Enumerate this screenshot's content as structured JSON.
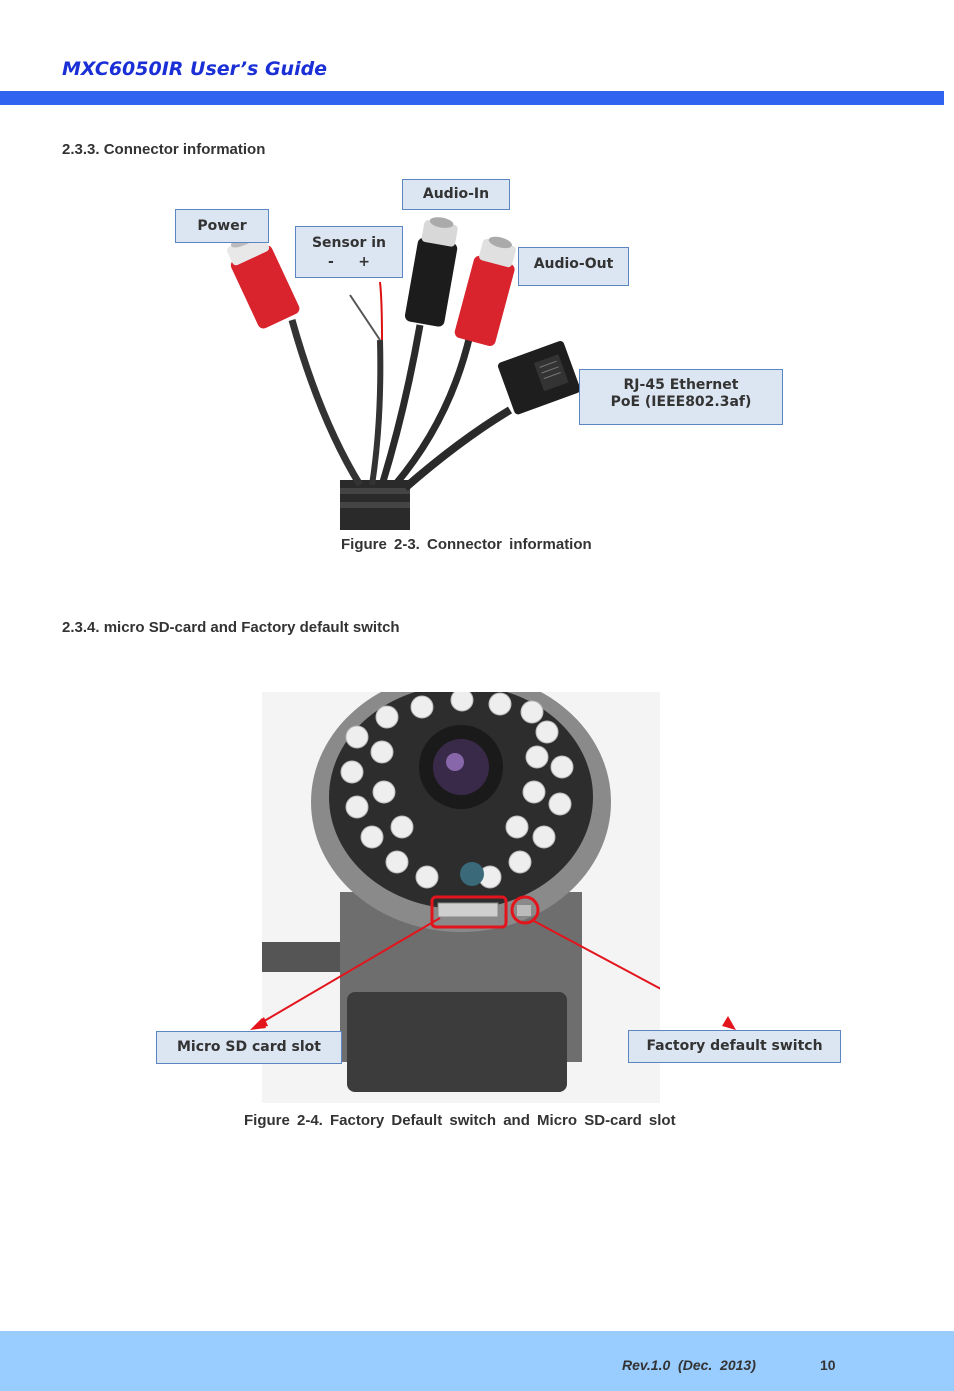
{
  "header": {
    "title": "MXC6050IR  User’s Guide"
  },
  "section1": {
    "heading": "2.3.3. Connector information"
  },
  "figure1": {
    "labels": {
      "power": "Power",
      "sensor_in": "Sensor in",
      "sensor_polarity": "-     +",
      "audio_in": "Audio-In",
      "audio_out": "Audio-Out",
      "rj45_line1": "RJ-45 Ethernet",
      "rj45_line2": "PoE (IEEE802.3af)"
    },
    "caption": "Figure 2-3. Connector information"
  },
  "section2": {
    "heading": "2.3.4. micro SD-card and Factory default switch"
  },
  "figure2": {
    "labels": {
      "micro_sd": "Micro SD card slot",
      "factory_default": "Factory default switch"
    },
    "caption": "Figure 2-4. Factory Default switch and Micro SD-card slot"
  },
  "footer": {
    "revision": "Rev.1.0  (Dec.  2013)",
    "page_number": "10"
  },
  "colors": {
    "accent": "#2f63f0",
    "title": "#1a2fd6",
    "footer": "#99ccff",
    "highlight": "#e3141c"
  }
}
